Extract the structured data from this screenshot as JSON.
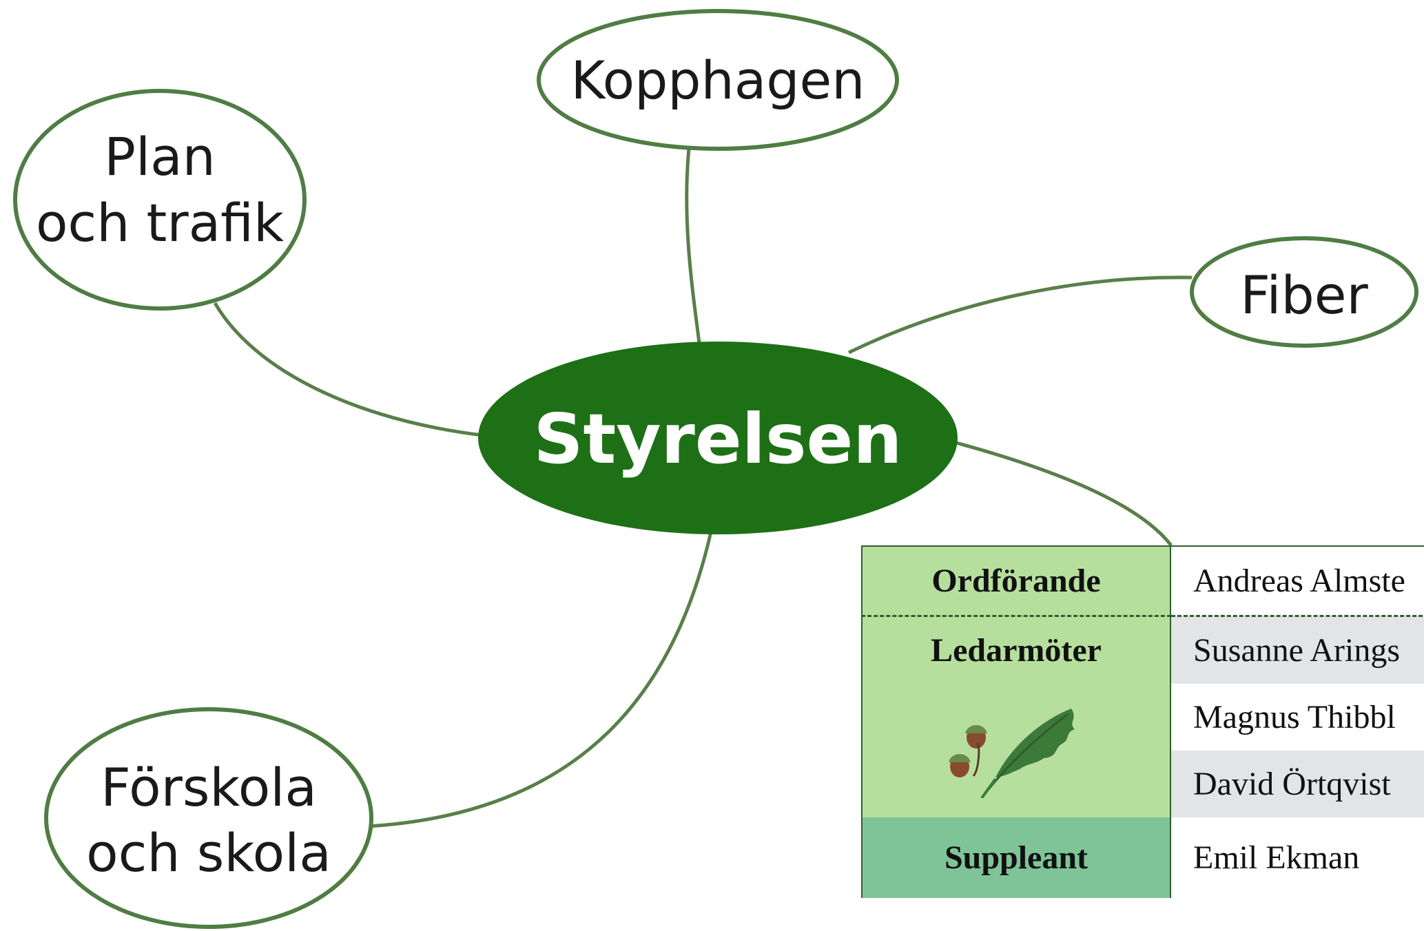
{
  "mindmap": {
    "center": "Styrelsen",
    "nodes": {
      "kopphagen": [
        "Kopphagen"
      ],
      "plan": [
        "Plan",
        "och trafik"
      ],
      "fiber": [
        "Fiber"
      ],
      "forskola": [
        "Förskola",
        "och skola"
      ]
    }
  },
  "roster": {
    "rows": [
      {
        "role": "Ordförande",
        "name": "Andreas Almste"
      },
      {
        "role": "Ledarmöter",
        "name": "Susanne Arings"
      },
      {
        "role": "",
        "name": "Magnus Thibbl"
      },
      {
        "role": "",
        "name": "David Örtqvist"
      },
      {
        "role": "Suppleant",
        "name": "Emil Ekman"
      }
    ]
  },
  "colors": {
    "line": "#5a7f4a",
    "center_fill": "#1e7016",
    "node_stroke": "#4f7d43",
    "role_bg": "#b6df9e",
    "suppleant_bg": "#7fc497",
    "shaded_row": "#e3e4e6"
  },
  "icons": {
    "role_cell": "oak-leaf-acorn-icon"
  }
}
